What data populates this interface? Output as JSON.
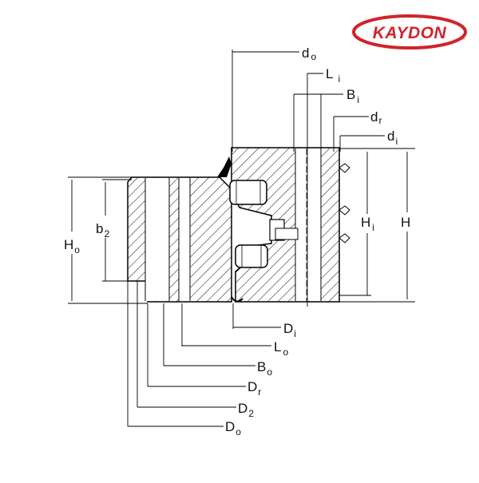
{
  "brand": {
    "name": "KAYDON",
    "registered": "®",
    "color": "#d1232a"
  },
  "dimensions": {
    "d_o": {
      "main": "d",
      "sub": "o"
    },
    "L_i": {
      "main": "L",
      "sub": "i"
    },
    "B_i": {
      "main": "B",
      "sub": "i"
    },
    "d_r": {
      "main": "d",
      "sub": "r"
    },
    "d_i": {
      "main": "d",
      "sub": "i"
    },
    "H_i": {
      "main": "H",
      "sub": "i"
    },
    "H": {
      "main": "H",
      "sub": ""
    },
    "H_o": {
      "main": "H",
      "sub": "o"
    },
    "b_2": {
      "main": "b",
      "sub": "2"
    },
    "D_i": {
      "main": "D",
      "sub": "i"
    },
    "L_o": {
      "main": "L",
      "sub": "o"
    },
    "B_o": {
      "main": "B",
      "sub": "o"
    },
    "D_r": {
      "main": "D",
      "sub": "r"
    },
    "D_2": {
      "main": "D",
      "sub": "2"
    },
    "D_o": {
      "main": "D",
      "sub": "o"
    }
  }
}
